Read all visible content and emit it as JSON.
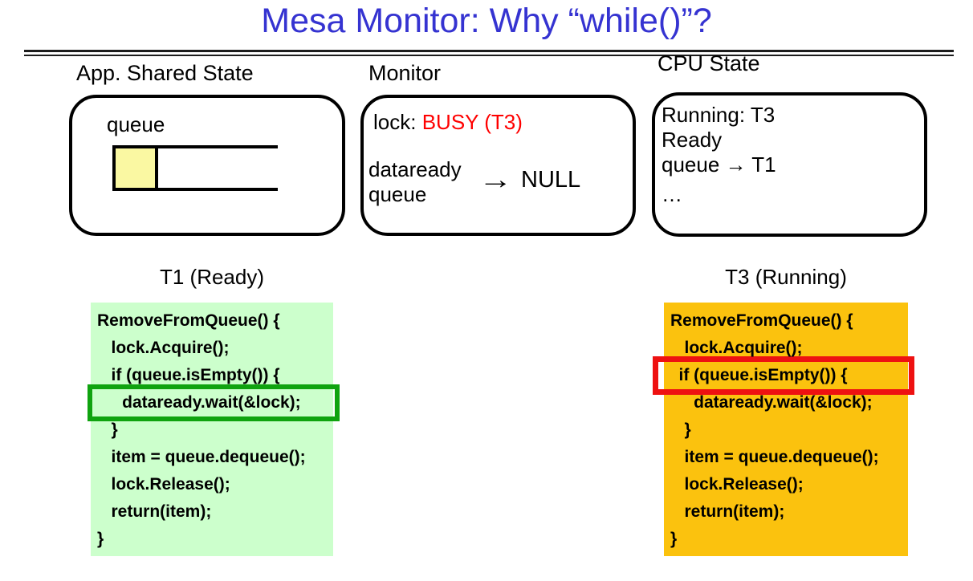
{
  "title": "Mesa Monitor: Why “while()”?",
  "columns": {
    "app_shared_state": {
      "label": "App. Shared State",
      "queue_label": "queue"
    },
    "monitor": {
      "label": "Monitor",
      "lock_label": "lock:",
      "lock_status": "BUSY (T3)",
      "condvar_1": "dataready",
      "condvar_2": "queue",
      "arrow": "→",
      "value": "NULL"
    },
    "cpu_state": {
      "label": "CPU State",
      "line_running": "Running: T3",
      "line_ready": "Ready",
      "line_queue": "queue → T1",
      "line_ellipsis": "…"
    }
  },
  "threads": {
    "t1": {
      "label": "T1 (Ready)",
      "code": [
        "RemoveFromQueue() {",
        "   lock.Acquire();",
        "   if (queue.isEmpty()) {",
        "     dataready.wait(&lock);",
        "   }",
        "   item = queue.dequeue();",
        "   lock.Release();",
        "   return(item);",
        "}"
      ]
    },
    "t3": {
      "label": "T3 (Running)",
      "code": [
        "RemoveFromQueue() {",
        "   lock.Acquire();",
        "   if (queue.isEmpty()) {",
        "     dataready.wait(&lock);",
        "   }",
        "   item = queue.dequeue();",
        "   lock.Release();",
        "   return(item);",
        "}"
      ]
    }
  },
  "colors": {
    "title_blue": "#3533D1",
    "busy_red": "#FF0000",
    "t1_background_green": "#CCFFCC",
    "t1_highlight_green": "#0FA30F",
    "t3_background_orange": "#FBC20E",
    "t3_highlight_red": "#EE1111",
    "queue_cell_yellow": "#FAF8A2"
  }
}
